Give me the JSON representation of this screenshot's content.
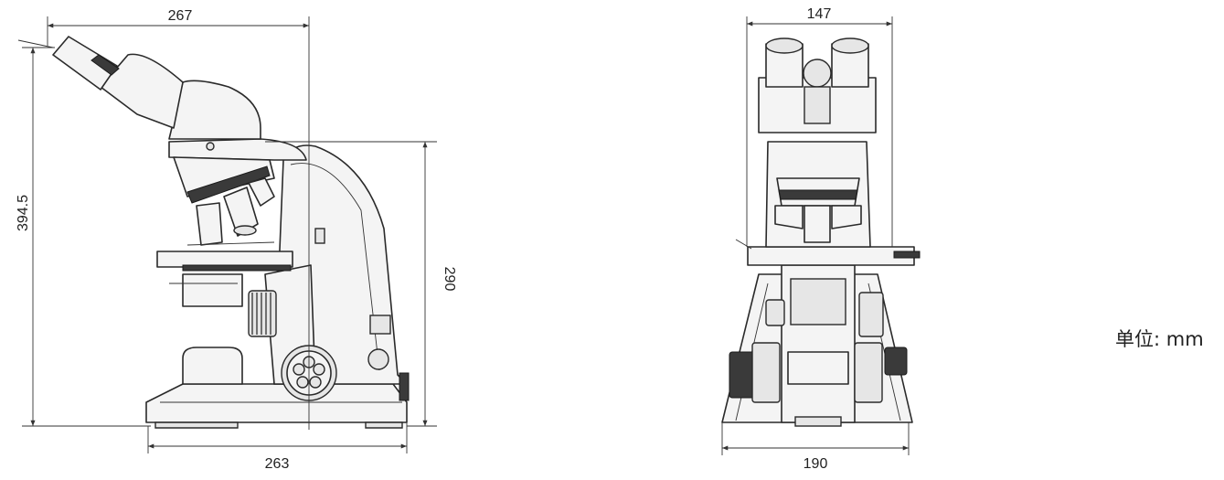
{
  "dimensions": {
    "side_top_length": "267",
    "side_total_height": "394.5",
    "side_arm_height": "290",
    "side_base_length": "263",
    "front_top_width": "147",
    "front_base_width": "190"
  },
  "unit_label": "单位: mm",
  "colors": {
    "line": "#2a2a2a",
    "fill_light": "#f4f4f4",
    "fill_mid": "#e6e6e6",
    "text": "#222222"
  }
}
